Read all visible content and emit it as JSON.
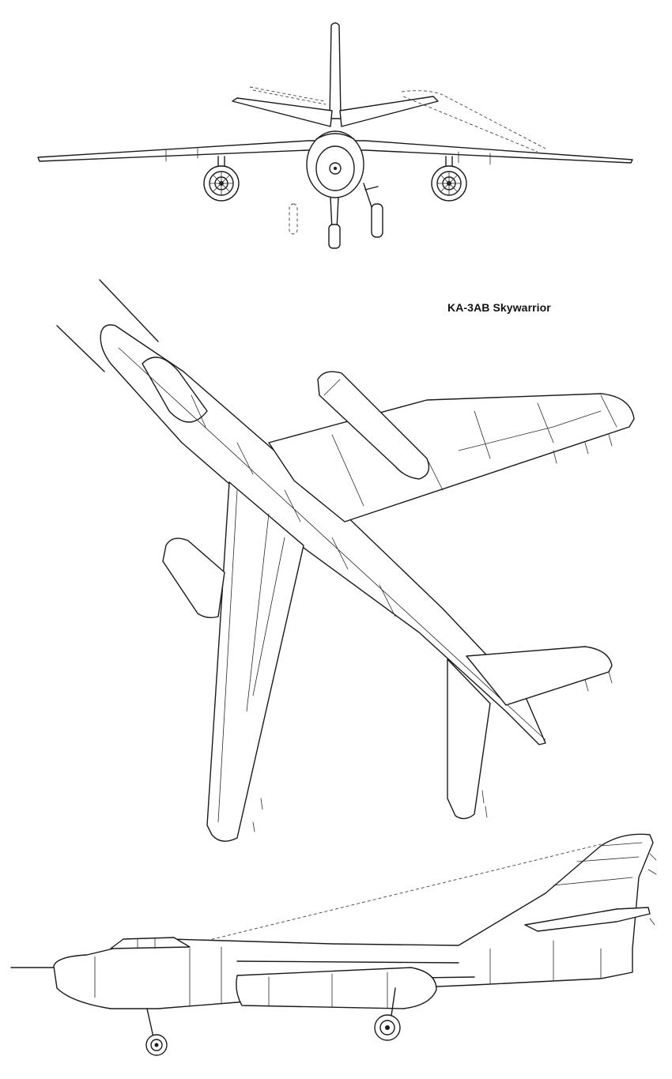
{
  "diagram": {
    "title": "KA-3AB Skywarrior",
    "views": [
      "front-view",
      "top-view",
      "side-view"
    ]
  },
  "colors": {
    "ink": "#1a1a1a",
    "background": "#ffffff"
  }
}
